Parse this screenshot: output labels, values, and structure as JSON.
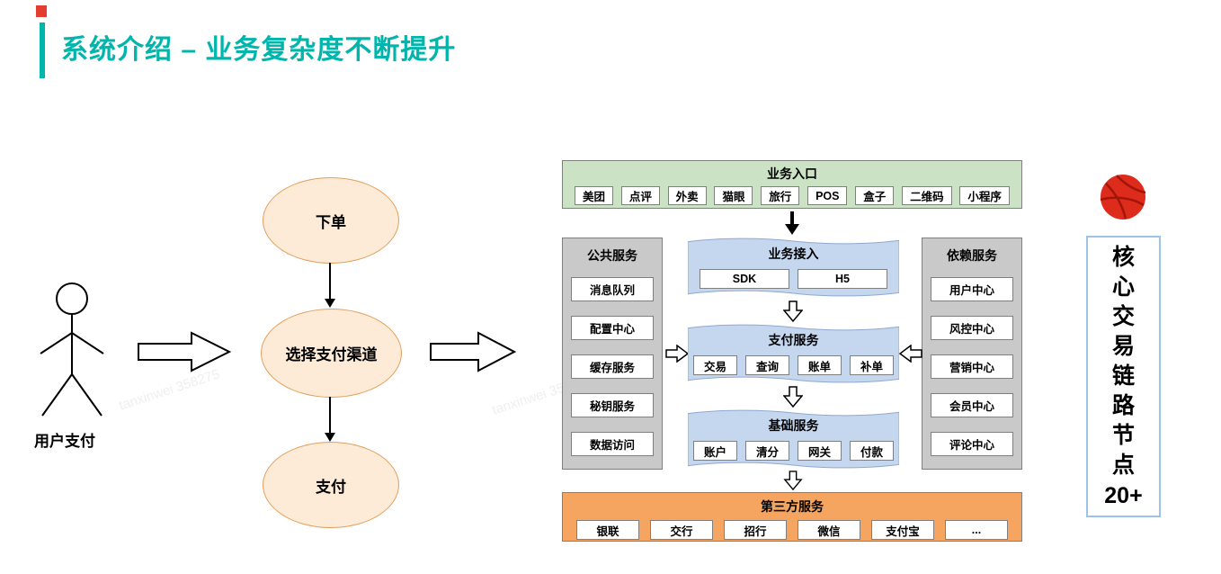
{
  "slide": {
    "title": "系统介绍 – 业务复杂度不断提升"
  },
  "actor": {
    "label": "用户支付"
  },
  "flow": {
    "steps": [
      "下单",
      "选择支付渠道",
      "支付"
    ]
  },
  "architecture": {
    "entry": {
      "title": "业务入口",
      "items": [
        "美团",
        "点评",
        "外卖",
        "猫眼",
        "旅行",
        "POS",
        "盒子",
        "二维码",
        "小程序"
      ]
    },
    "public_services": {
      "title": "公共服务",
      "items": [
        "消息队列",
        "配置中心",
        "缓存服务",
        "秘钥服务",
        "数据访问"
      ]
    },
    "business_access": {
      "title": "业务接入",
      "items": [
        "SDK",
        "H5"
      ]
    },
    "payment_services": {
      "title": "支付服务",
      "items": [
        "交易",
        "查询",
        "账单",
        "补单"
      ]
    },
    "base_services": {
      "title": "基础服务",
      "items": [
        "账户",
        "清分",
        "网关",
        "付款"
      ]
    },
    "dependency_services": {
      "title": "依赖服务",
      "items": [
        "用户中心",
        "风控中心",
        "营销中心",
        "会员中心",
        "评论中心"
      ]
    },
    "third_party": {
      "title": "第三方服务",
      "items": [
        "银联",
        "交行",
        "招行",
        "微信",
        "支付宝",
        "..."
      ]
    }
  },
  "side_note": {
    "chars": [
      "核",
      "心",
      "交",
      "易",
      "链",
      "路",
      "节",
      "点"
    ],
    "suffix": "20+"
  },
  "watermark": {
    "text": "tanxinwei 358275"
  },
  "colors": {
    "accent_teal": "#00b5ab",
    "accent_red": "#e23d2e",
    "ellipse_fill": "#fdebd7",
    "ellipse_border": "#e0a05e",
    "entry_green": "#cbe3c4",
    "column_gray": "#c9c9c9",
    "panel_blue": "#c5d7ef",
    "third_party_orange": "#f5a55f",
    "note_border_blue": "#9dc3e6"
  }
}
